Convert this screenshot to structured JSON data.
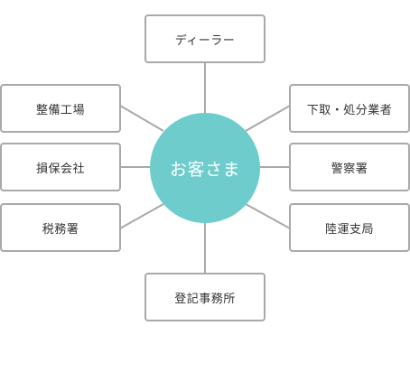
{
  "center": {
    "label": "お客さま",
    "color": "#6ecdcc"
  },
  "connector_color": "#a9a9a9",
  "nodes": [
    {
      "id": "dealer",
      "label": "ディーラー"
    },
    {
      "id": "maintenance",
      "label": "整備工場"
    },
    {
      "id": "insurance",
      "label": "損保会社"
    },
    {
      "id": "tax",
      "label": "税務署"
    },
    {
      "id": "registry",
      "label": "登記事務所"
    },
    {
      "id": "disposal",
      "label": "下取・処分業者"
    },
    {
      "id": "police",
      "label": "警察署"
    },
    {
      "id": "transport",
      "label": "陸運支局"
    }
  ]
}
